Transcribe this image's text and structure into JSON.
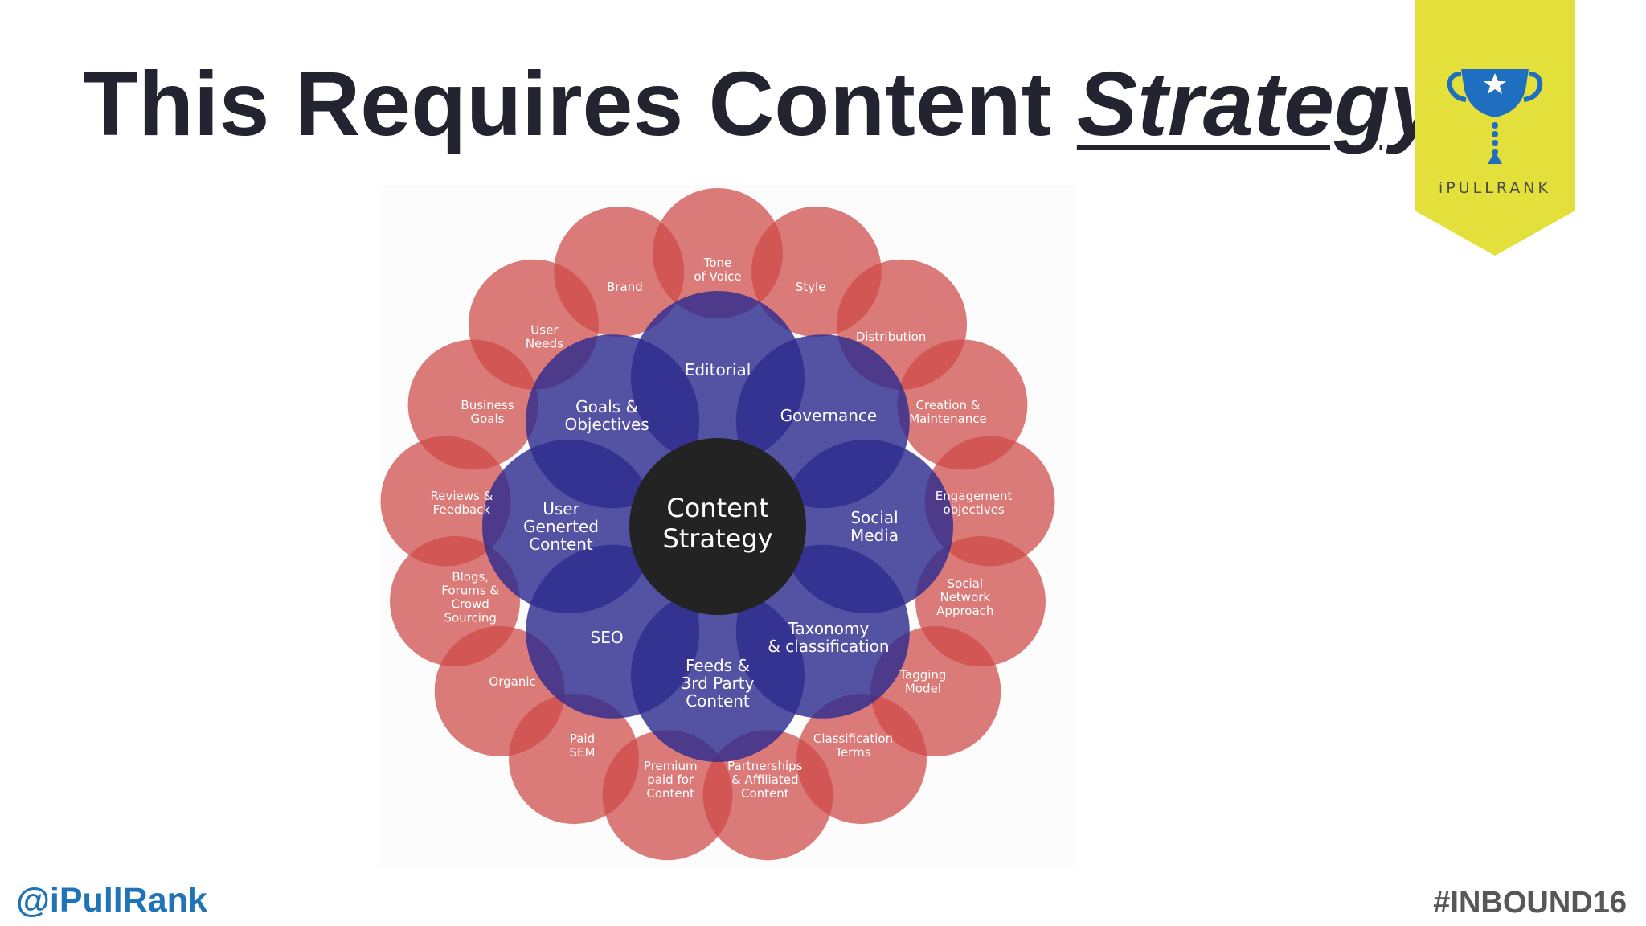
{
  "slide": {
    "title_main": "This Requires Content ",
    "title_emphasis": "Strategy",
    "twitter_handle": "@iPullRank",
    "hashtag": "#INBOUND16",
    "brand_name": "iPULLRANK"
  },
  "diagram": {
    "center_lines": [
      "Content",
      "Strategy"
    ],
    "inner": [
      {
        "lines": [
          "Editorial"
        ]
      },
      {
        "lines": [
          "Governance"
        ]
      },
      {
        "lines": [
          "Social",
          "Media"
        ]
      },
      {
        "lines": [
          "Taxonomy",
          "& classification"
        ]
      },
      {
        "lines": [
          "Feeds &",
          "3rd Party",
          "Content"
        ]
      },
      {
        "lines": [
          "SEO"
        ]
      },
      {
        "lines": [
          "User",
          "Generted",
          "Content"
        ]
      },
      {
        "lines": [
          "Goals &",
          "Objectives"
        ]
      }
    ],
    "outer": [
      {
        "lines": [
          "Tone",
          "of Voice"
        ]
      },
      {
        "lines": [
          "Style"
        ]
      },
      {
        "lines": [
          "Distribution"
        ]
      },
      {
        "lines": [
          "Creation &",
          "Maintenance"
        ]
      },
      {
        "lines": [
          "Engagement",
          "objectives"
        ]
      },
      {
        "lines": [
          "Social",
          "Network",
          "Approach"
        ]
      },
      {
        "lines": [
          "Tagging",
          "Model"
        ]
      },
      {
        "lines": [
          "Classification",
          "Terms"
        ]
      },
      {
        "lines": [
          "Partnerships",
          "& Affiliated",
          "Content"
        ]
      },
      {
        "lines": [
          "Premium",
          "paid for",
          "Content"
        ]
      },
      {
        "lines": [
          "Paid",
          "SEM"
        ]
      },
      {
        "lines": [
          "Organic"
        ]
      },
      {
        "lines": [
          "Blogs,",
          "Forums &",
          "Crowd",
          "Sourcing"
        ]
      },
      {
        "lines": [
          "Reviews &",
          "Feedback"
        ]
      },
      {
        "lines": [
          "Business",
          "Goals"
        ]
      },
      {
        "lines": [
          "User",
          "Needs"
        ]
      },
      {
        "lines": [
          "Brand"
        ]
      }
    ],
    "colors": {
      "outer": "#cf4a45",
      "inner": "#2e2c8f",
      "center": "#232323",
      "text": "#ffffff",
      "brand_yellow": "#e3e03b",
      "brand_blue": "#1f6fc0"
    }
  }
}
